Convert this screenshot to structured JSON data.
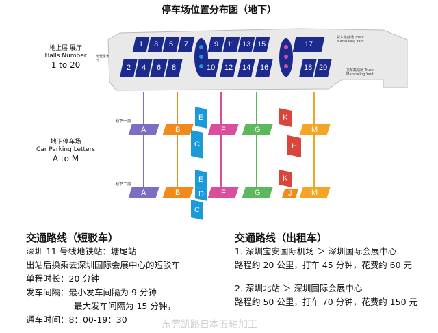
{
  "title": "停车场位置分布图（地下）",
  "left_labels": {
    "halls": {
      "line1": "地上层 展厅",
      "line2": "Halls Number",
      "line3": "1 to 20"
    },
    "parking": {
      "line1": "地下停车场",
      "line2": "Car Parking Letters",
      "line3": "A to M"
    }
  },
  "map_small_text": {
    "south_entrance": "南登录大厅",
    "truck_north": "货车集结场 Truck Marshaling Yard",
    "truck_south": "货车集结场 Truck Marshaling Yard"
  },
  "halls": {
    "row1": [
      "1",
      "3",
      "5",
      "7",
      "9",
      "11",
      "13",
      "15",
      "17"
    ],
    "row2": [
      "2",
      "4",
      "6",
      "8",
      "10",
      "12",
      "14",
      "16",
      "18",
      "20"
    ]
  },
  "floors": {
    "b1": "地下一层",
    "b2": "地下二层"
  },
  "parking": {
    "b1": {
      "A": "A",
      "B": "B",
      "E": "E",
      "C": "C",
      "F": "F",
      "G": "G",
      "K": "K",
      "H": "H",
      "M": "M"
    },
    "b2": {
      "A": "A",
      "B": "B",
      "E": "E",
      "D": "D",
      "C": "C",
      "F": "F",
      "G": "G",
      "K": "K",
      "J": "J",
      "M": "M"
    }
  },
  "colors": {
    "hall": "#1b2a8c",
    "A": "#7b6fc4",
    "B": "#f08a1c",
    "E": "#1a9ad6",
    "F": "#d94f9e",
    "G": "#5cb85c",
    "K": "#d9443b",
    "M": "#f5a524"
  },
  "shuttle": {
    "heading": "交通路线（短驳车）",
    "line1": "深圳 11 号线地铁站：塘尾站",
    "line2": "出站后换乘去深圳国际会展中心的短驳车",
    "line3": "单程时长：20 分钟",
    "line4": "发车间隔：最小发车间隔为 9 分钟",
    "line5": "最大发车间隔为 15 分钟，",
    "line6": "通车时间：8：00-19：30"
  },
  "taxi": {
    "heading": "交通路线（出租车）",
    "route1": "1. 深圳宝安国际机场 ＞ 深圳国际会展中心",
    "detail1": "路程约 20 公里，打车 45 分钟，花费约 60 元",
    "route2": "2. 深圳北站 ＞ 深圳国际会展中心",
    "detail2": "路程约 50 公里，打车 70 分钟，花费约 150 元"
  },
  "watermark": "东莞凯路日本五轴加工"
}
